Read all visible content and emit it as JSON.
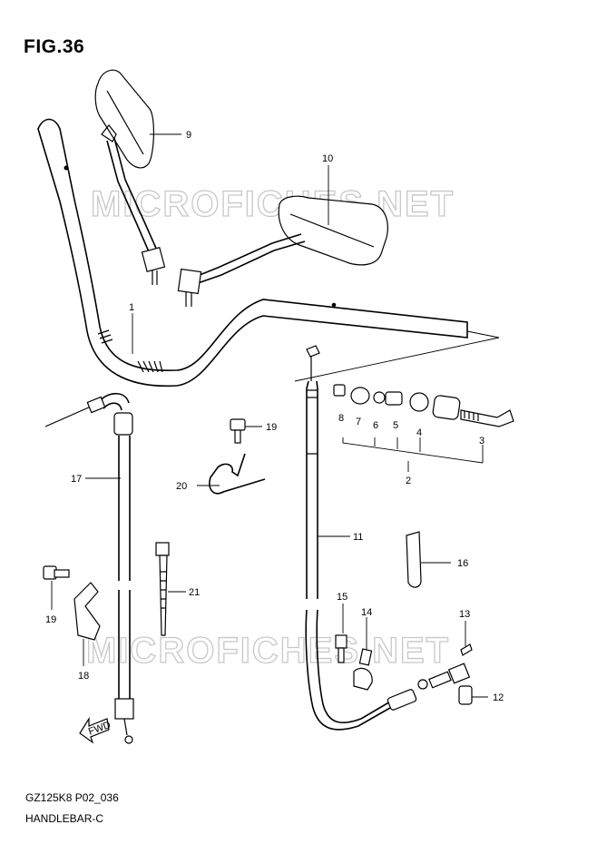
{
  "figure": {
    "title": "FIG.36"
  },
  "watermark": "MICROFICHES.NET",
  "footer": {
    "code": "GZ125K8 P02_036",
    "name": "HANDLEBAR-C"
  },
  "icons": {
    "direction_arrow": "fwd-arrow-icon",
    "direction_text": "FWD"
  },
  "callouts": [
    "1",
    "2",
    "3",
    "4",
    "5",
    "6",
    "7",
    "8",
    "9",
    "10",
    "11",
    "12",
    "13",
    "14",
    "15",
    "16",
    "17",
    "18",
    "19",
    "19",
    "20",
    "21"
  ]
}
